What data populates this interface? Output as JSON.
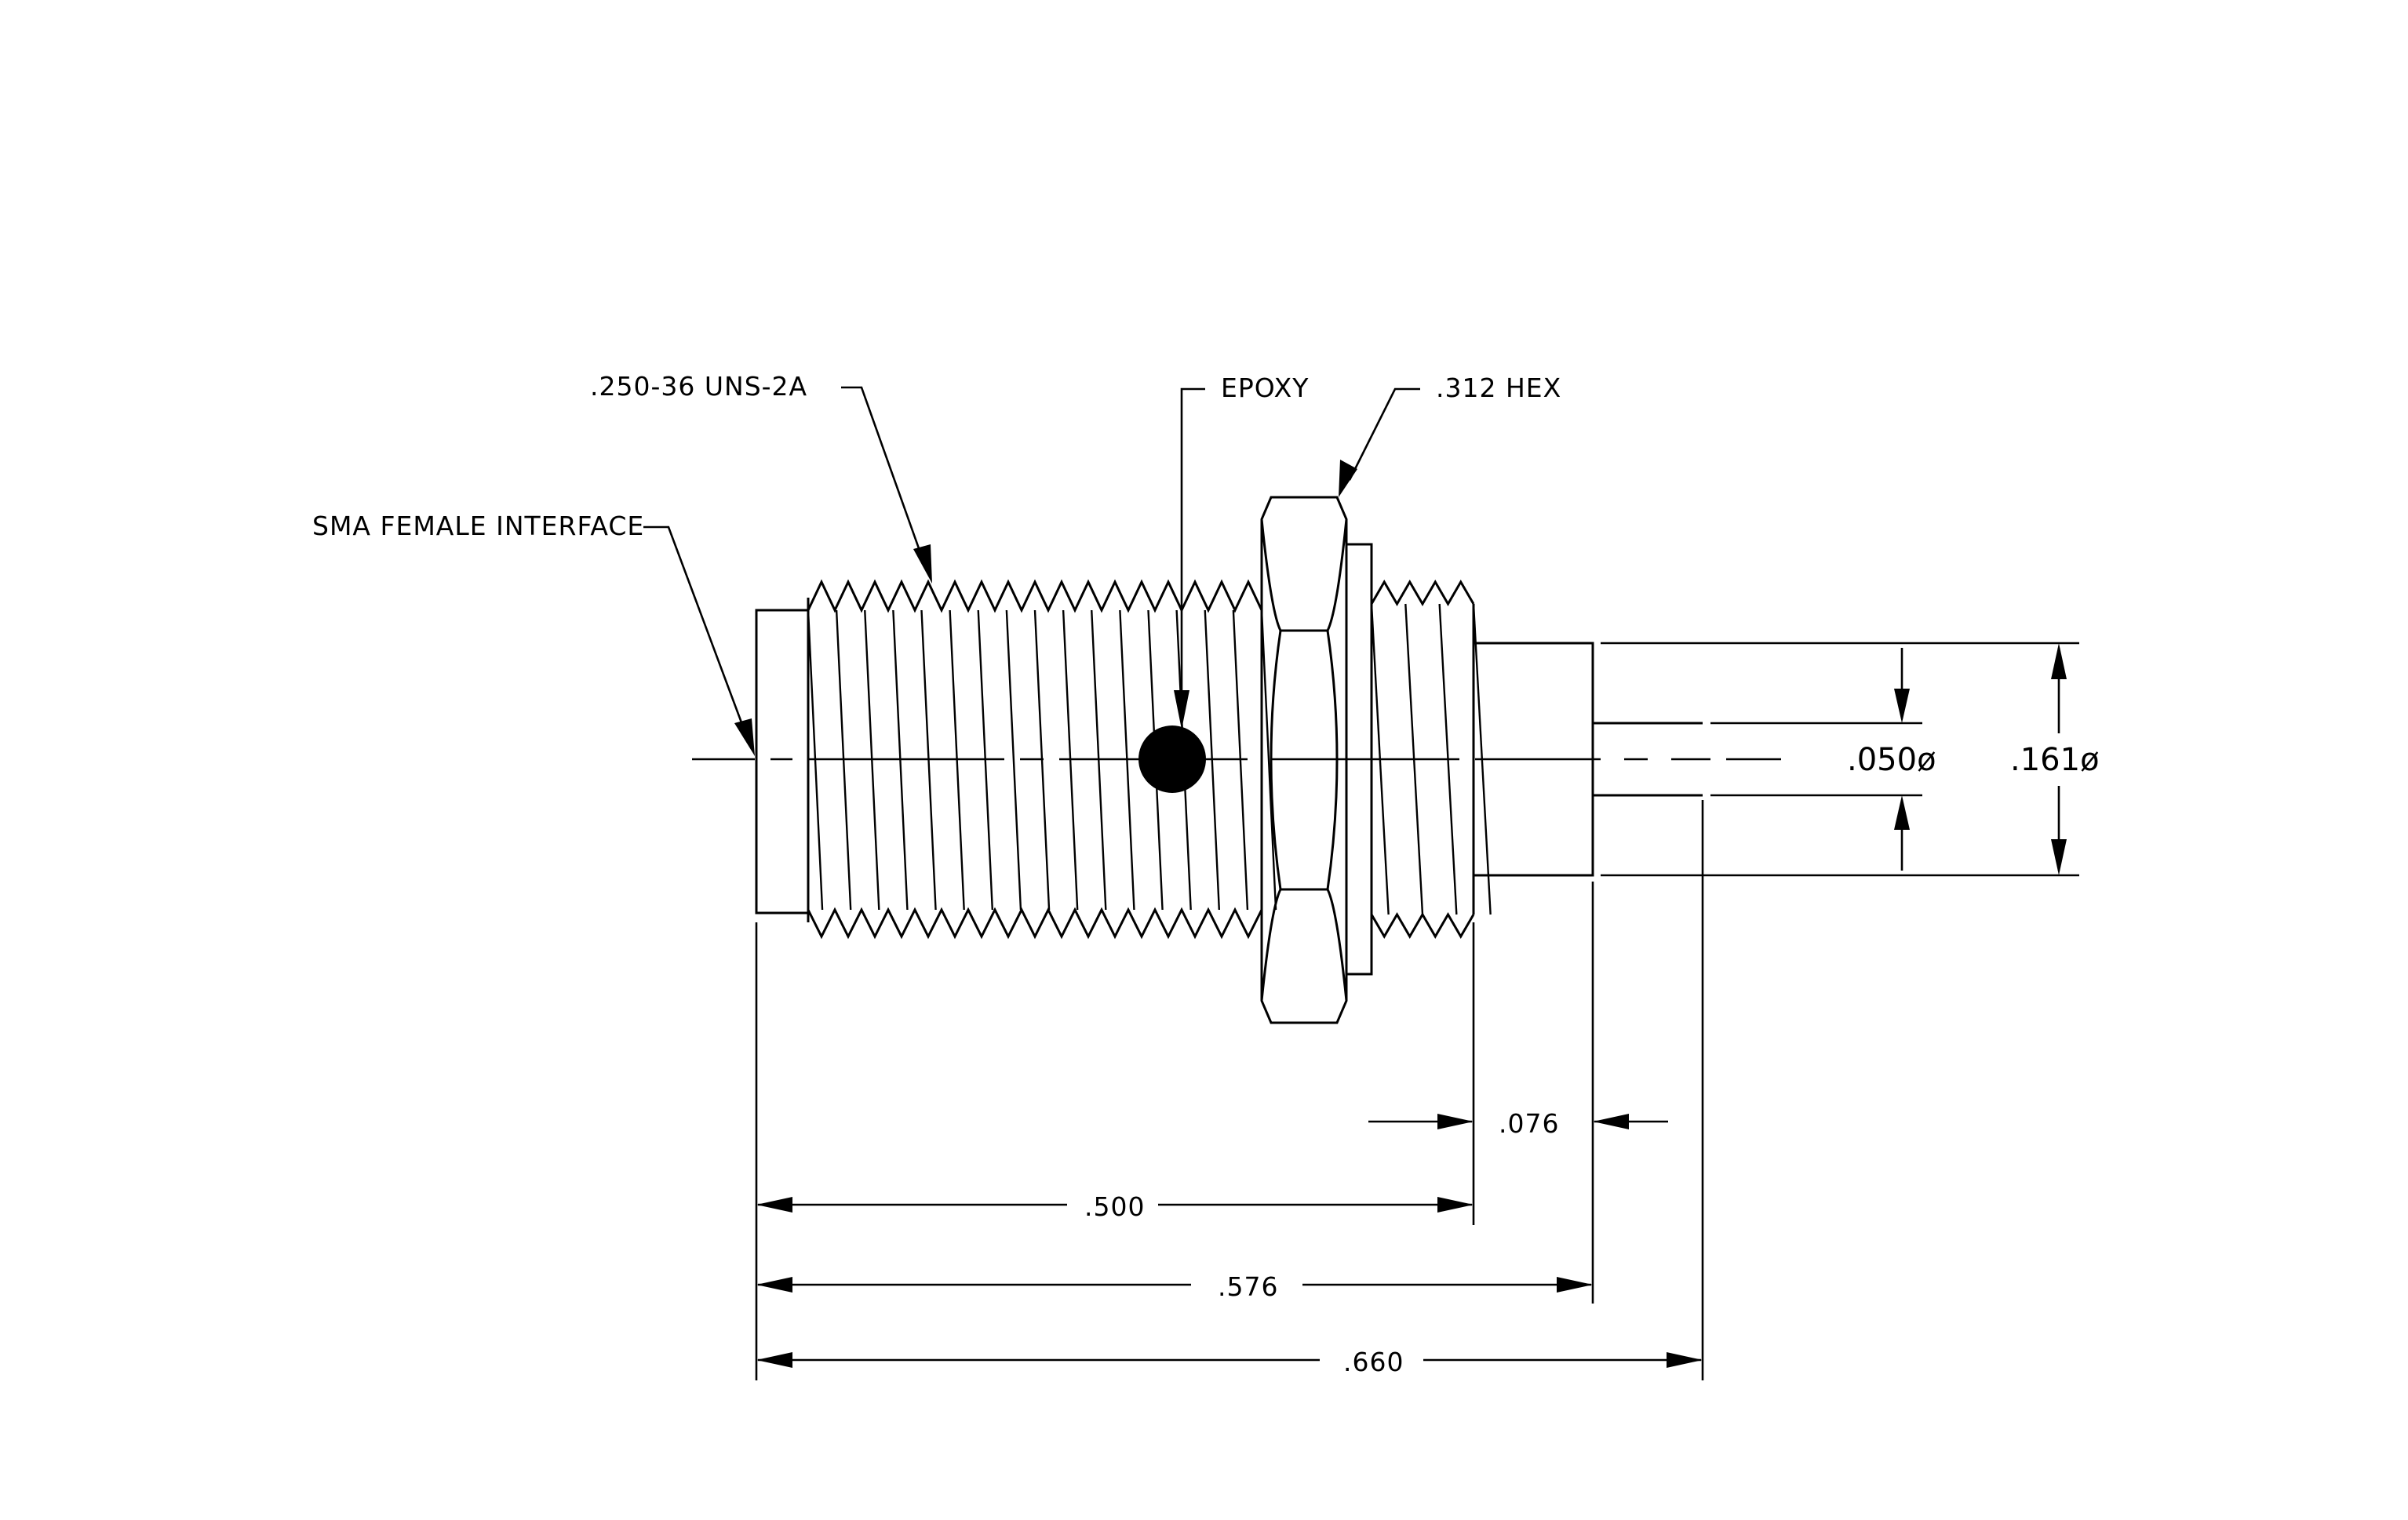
{
  "callouts": {
    "thread": ".250-36 UNS-2A",
    "epoxy": "EPOXY",
    "hex": ".312 HEX",
    "interface": "SMA FEMALE INTERFACE"
  },
  "dimensions": {
    "pin_diameter": ".050ø",
    "body_diameter": ".161ø",
    "step": ".076",
    "length_500": ".500",
    "length_576": ".576",
    "length_660": ".660"
  },
  "colors": {
    "line": "#000000",
    "background": "#ffffff"
  }
}
